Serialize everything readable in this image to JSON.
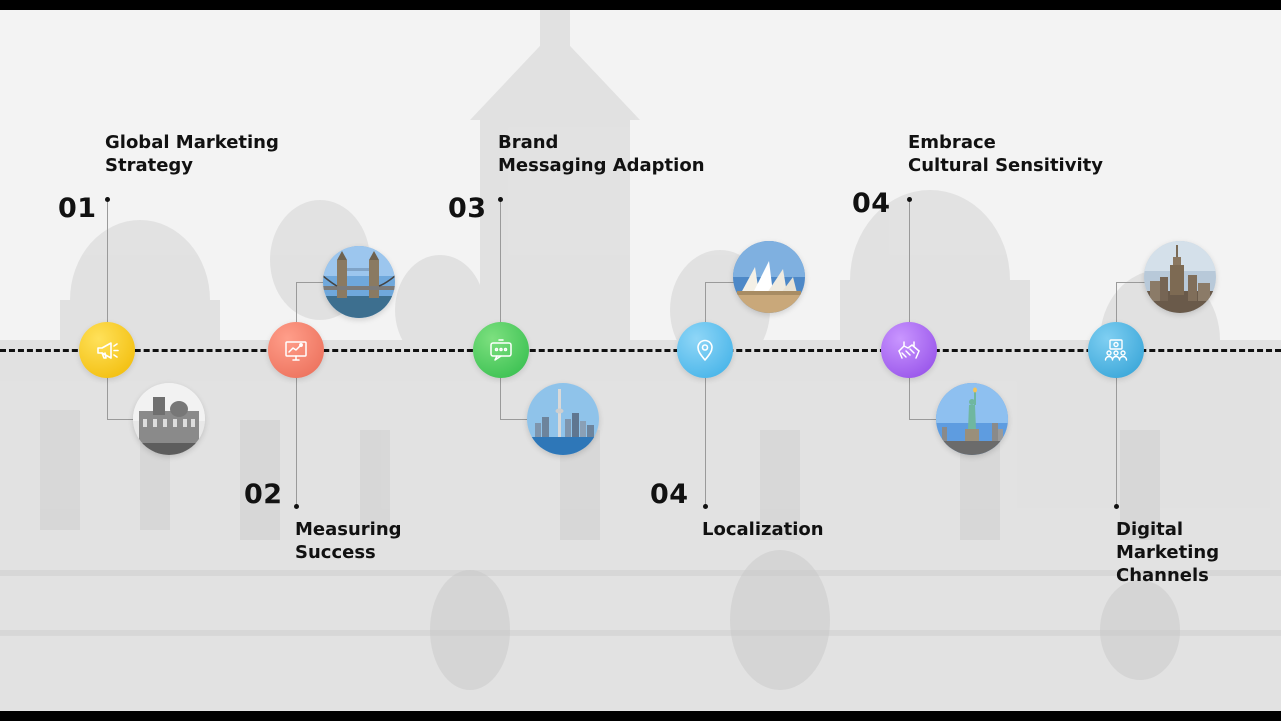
{
  "colors": {
    "yellow": "#f4c21a",
    "salmon": "#ee7c67",
    "green": "#45c85a",
    "sky": "#4eb6e8",
    "purple": "#9c5ae8",
    "teal": "#3ea9d8"
  },
  "steps": [
    {
      "number": "01",
      "title_lines": [
        "Global Marketing",
        "Strategy"
      ],
      "icon": "megaphone-icon"
    },
    {
      "number": "02",
      "title_lines": [
        "Measuring",
        "Success"
      ],
      "icon": "analytics-monitor-icon"
    },
    {
      "number": "03",
      "title_lines": [
        "Brand",
        "Messaging Adaption"
      ],
      "icon": "chat-bubble-icon"
    },
    {
      "number": "04",
      "title_lines": [
        "Localization"
      ],
      "icon": "location-pin-icon"
    },
    {
      "number": "04",
      "title_lines": [
        "Embrace",
        "Cultural Sensitivity"
      ],
      "icon": "handshake-icon"
    },
    {
      "number": "",
      "title_lines": [
        "Digital",
        "Marketing",
        "Channels"
      ],
      "icon": "team-network-icon"
    }
  ],
  "photos": [
    "mumbai-palace-photo",
    "tower-bridge-photo",
    "toronto-skyline-photo",
    "sydney-opera-house-photo",
    "statue-of-liberty-photo",
    "empire-state-building-photo"
  ]
}
